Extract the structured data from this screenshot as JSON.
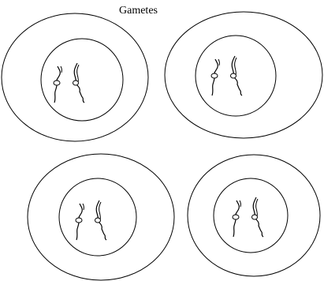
{
  "title": "Gametes",
  "colors": {
    "background": "#ffffff",
    "stroke": "#000000"
  },
  "cells": [
    {
      "name": "gamete-cell-1",
      "chromosomes": 2
    },
    {
      "name": "gamete-cell-2",
      "chromosomes": 2
    },
    {
      "name": "gamete-cell-3",
      "chromosomes": 2
    },
    {
      "name": "gamete-cell-4",
      "chromosomes": 2
    }
  ]
}
